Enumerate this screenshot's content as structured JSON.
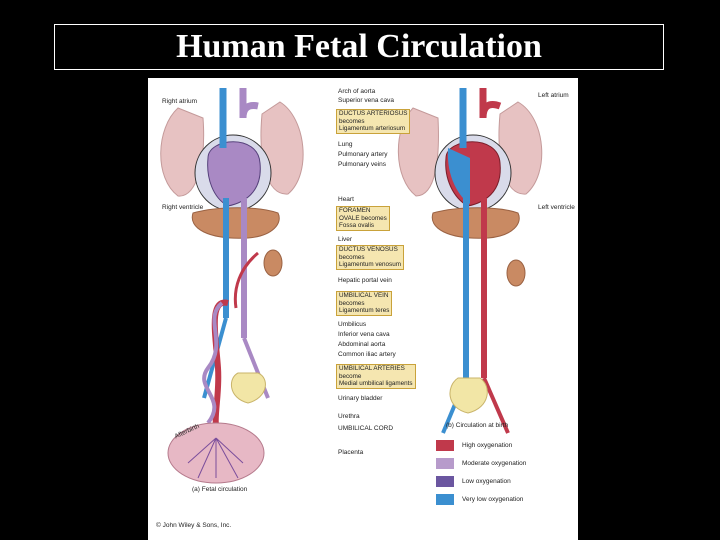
{
  "title": "Human Fetal Circulation",
  "labels": {
    "right_atrium": "Right atrium",
    "right_ventricle": "Right ventricle",
    "left_atrium": "Left atrium",
    "left_ventricle": "Left ventricle",
    "arch_aorta": "Arch of aorta",
    "superior_vena_cava": "Superior vena cava",
    "ductus_arteriosus": [
      "DUCTUS ARTERIOSUS",
      "becomes",
      "Ligamentum arteriosum"
    ],
    "lung": "Lung",
    "pulmonary_artery": "Pulmonary artery",
    "pulmonary_veins": "Pulmonary veins",
    "heart": "Heart",
    "foramen_ovale": [
      "FORAMEN",
      "OVALE becomes",
      "Fossa ovalis"
    ],
    "liver": "Liver",
    "ductus_venosus": [
      "DUCTUS VENOSUS",
      "becomes",
      "Ligamentum venosum"
    ],
    "hepatic_portal_vein": "Hepatic portal vein",
    "umbilical_vein": [
      "UMBILICAL VEIN",
      "becomes",
      "Ligamentum teres"
    ],
    "umbilicus": "Umbilicus",
    "inferior_vena_cava": "Inferior vena cava",
    "abdominal_aorta": "Abdominal aorta",
    "common_iliac_artery": "Common iliac artery",
    "umbilical_arteries": [
      "UMBILICAL ARTERIES",
      "become",
      "Medial umbilical ligaments"
    ],
    "urinary_bladder": "Urinary bladder",
    "urethra": "Urethra",
    "umbilical_cord": "UMBILICAL CORD",
    "placenta": "Placenta",
    "afterbirth": "Afterbirth",
    "fetal_caption": "(a) Fetal circulation",
    "birth_caption": "(b) Circulation at birth",
    "copyright": "© John Wiley & Sons, Inc."
  },
  "legend": [
    {
      "label": "High oxygenation",
      "color": "#c0394b"
    },
    {
      "label": "Moderate oxygenation",
      "color": "#b79bcb"
    },
    {
      "label": "Low oxygenation",
      "color": "#6b56a0"
    },
    {
      "label": "Very low oxygenation",
      "color": "#3b8fd0"
    }
  ]
}
